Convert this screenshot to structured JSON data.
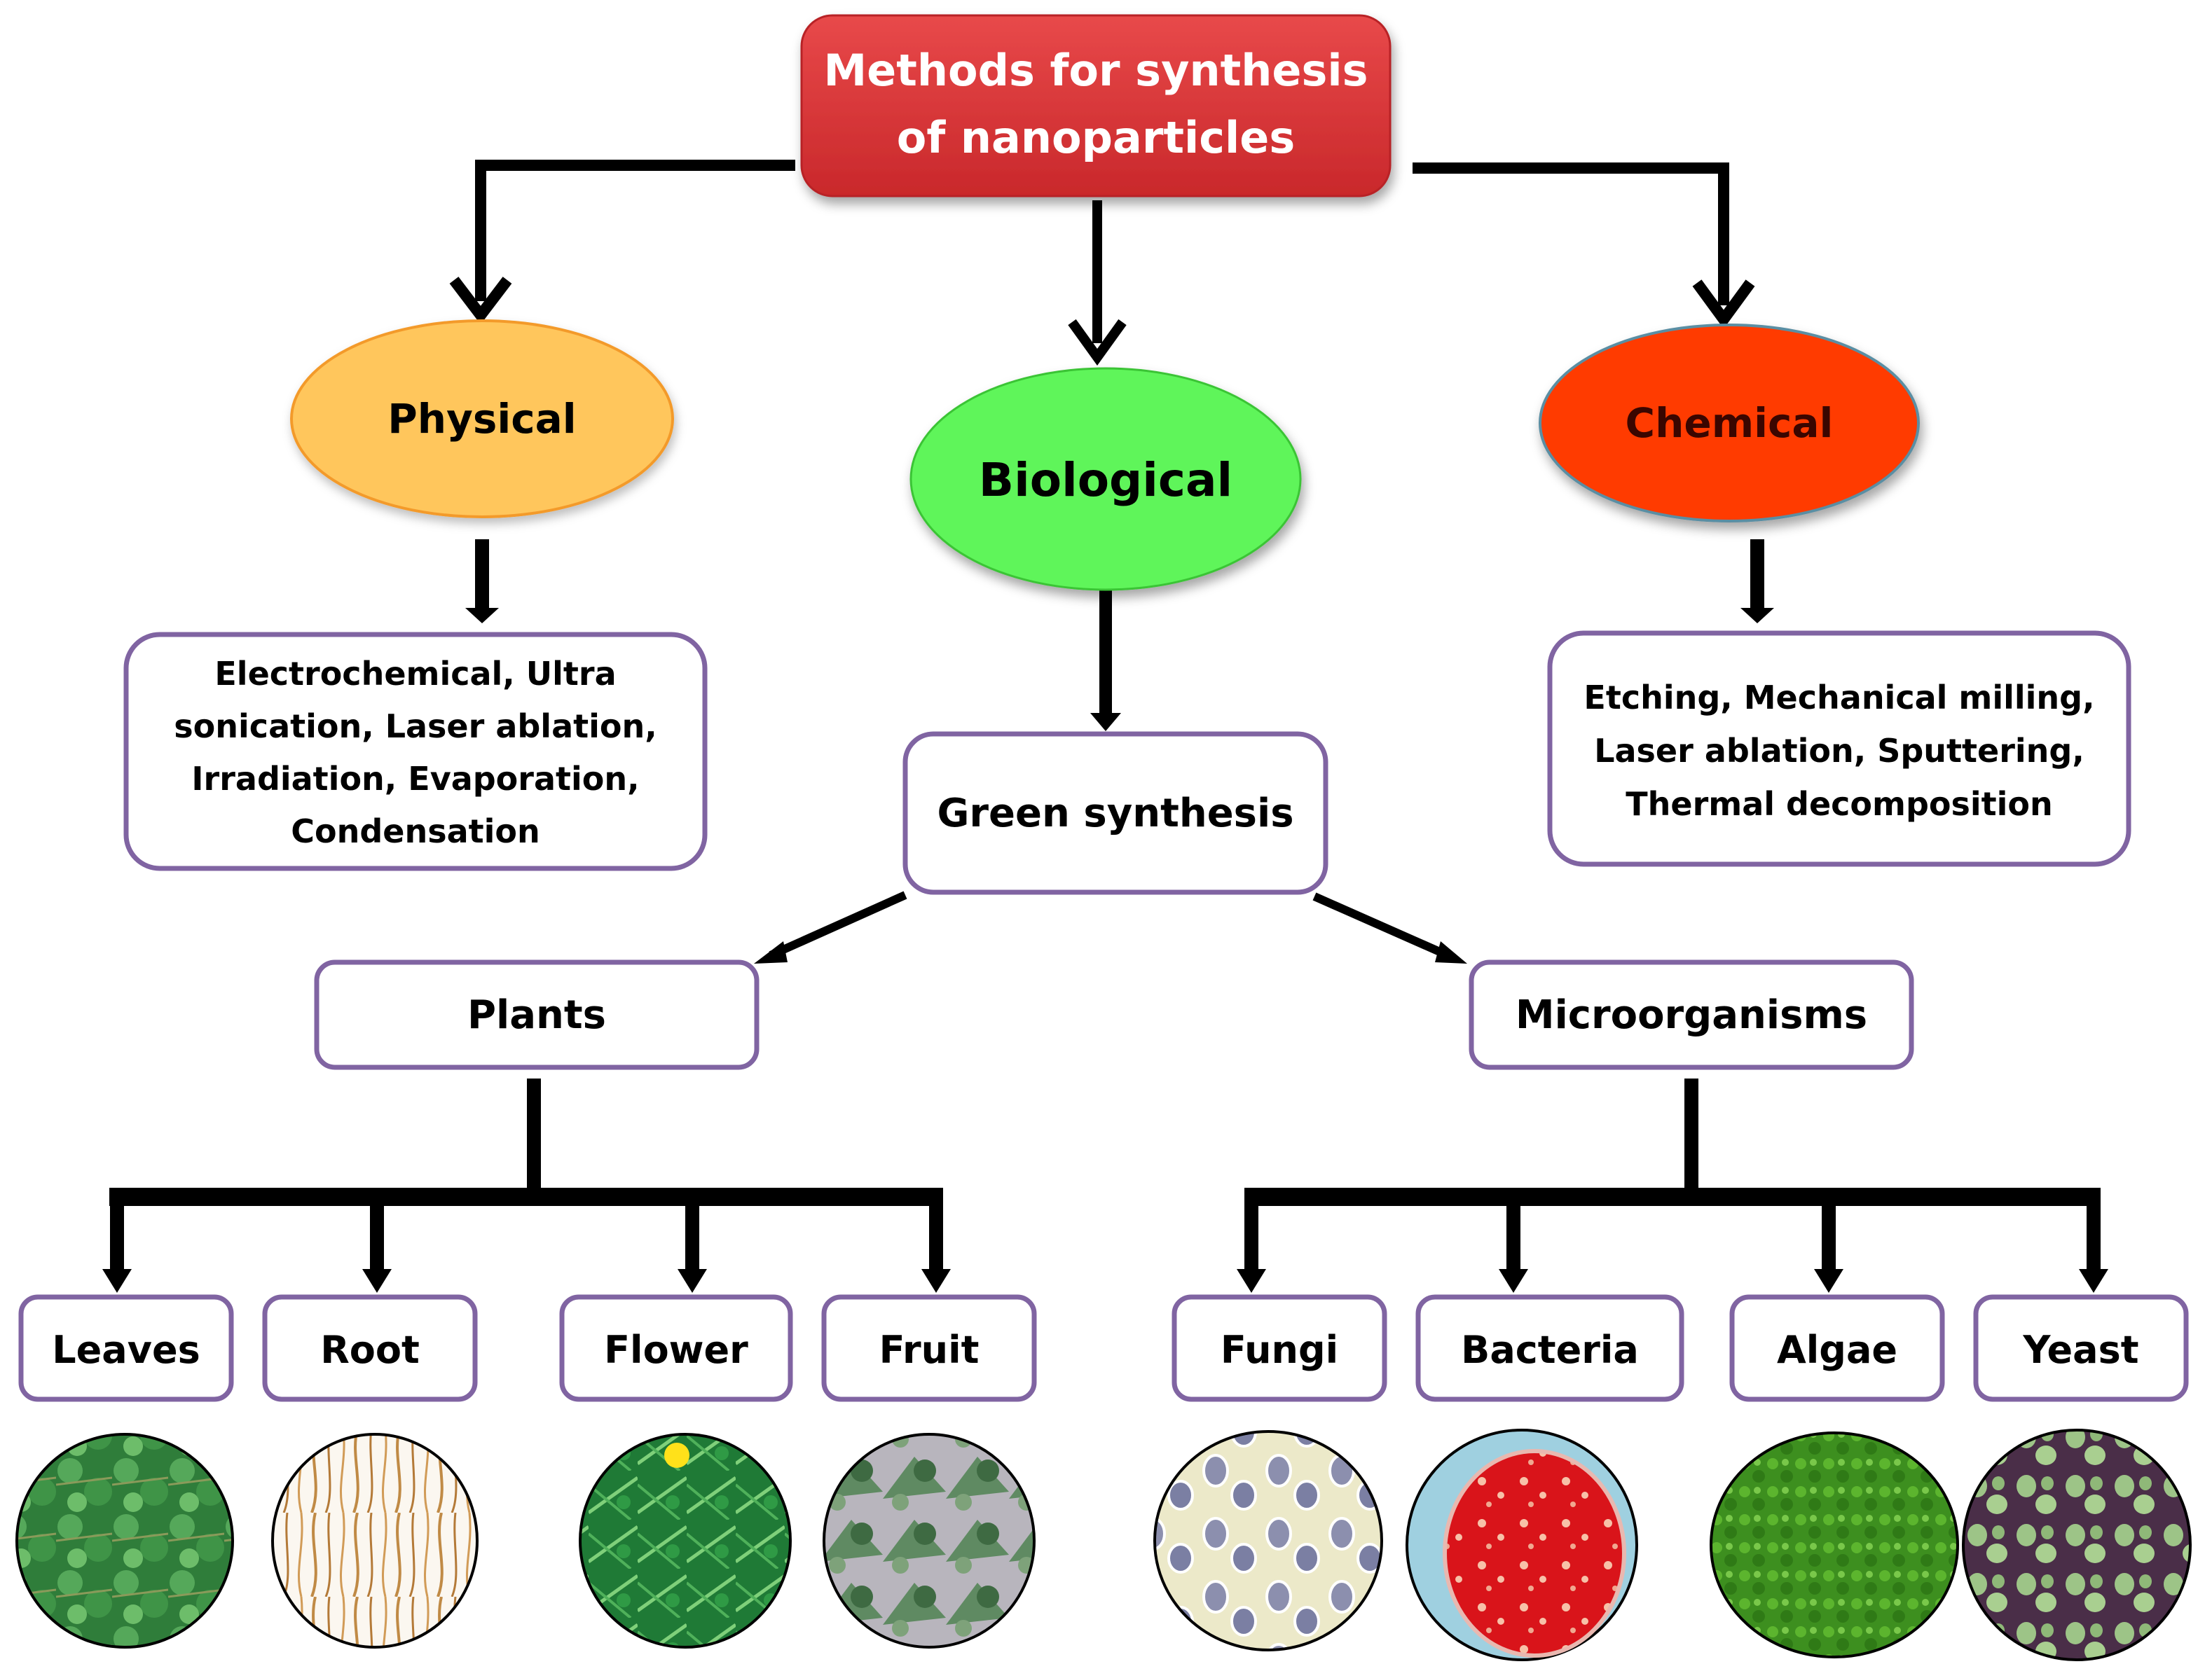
{
  "title": {
    "lines": [
      "Methods for synthesis",
      "of nanoparticles"
    ],
    "color": "#e03a3c"
  },
  "categories": [
    {
      "id": "physical",
      "label": "Physical",
      "color": "#ffc65c",
      "methods": [
        "Electrochemical, Ultra",
        "sonication, Laser ablation,",
        "Irradiation, Evaporation,",
        "Condensation"
      ]
    },
    {
      "id": "biological",
      "label": "Biological",
      "color": "#5ff55a",
      "child": "Green synthesis"
    },
    {
      "id": "chemical",
      "label": "Chemical",
      "color": "#ff3b00",
      "methods": [
        "Etching, Mechanical milling,",
        "Laser ablation, Sputtering,",
        "Thermal decomposition"
      ]
    }
  ],
  "green_synthesis": {
    "label": "Green synthesis",
    "branches": [
      {
        "id": "plants",
        "label": "Plants",
        "items": [
          {
            "label": "Leaves",
            "image": "leaves-photo"
          },
          {
            "label": "Root",
            "image": "root-photo"
          },
          {
            "label": "Flower",
            "image": "flower-photo"
          },
          {
            "label": "Fruit",
            "image": "fruit-photo"
          }
        ]
      },
      {
        "id": "microorganisms",
        "label": "Microorganisms",
        "items": [
          {
            "label": "Fungi",
            "image": "fungi-photo"
          },
          {
            "label": "Bacteria",
            "image": "bacteria-photo"
          },
          {
            "label": "Algae",
            "image": "algae-photo"
          },
          {
            "label": "Yeast",
            "image": "yeast-photo"
          }
        ]
      }
    ]
  },
  "colors": {
    "box_border": "#8064a2",
    "connector": "#000000"
  }
}
